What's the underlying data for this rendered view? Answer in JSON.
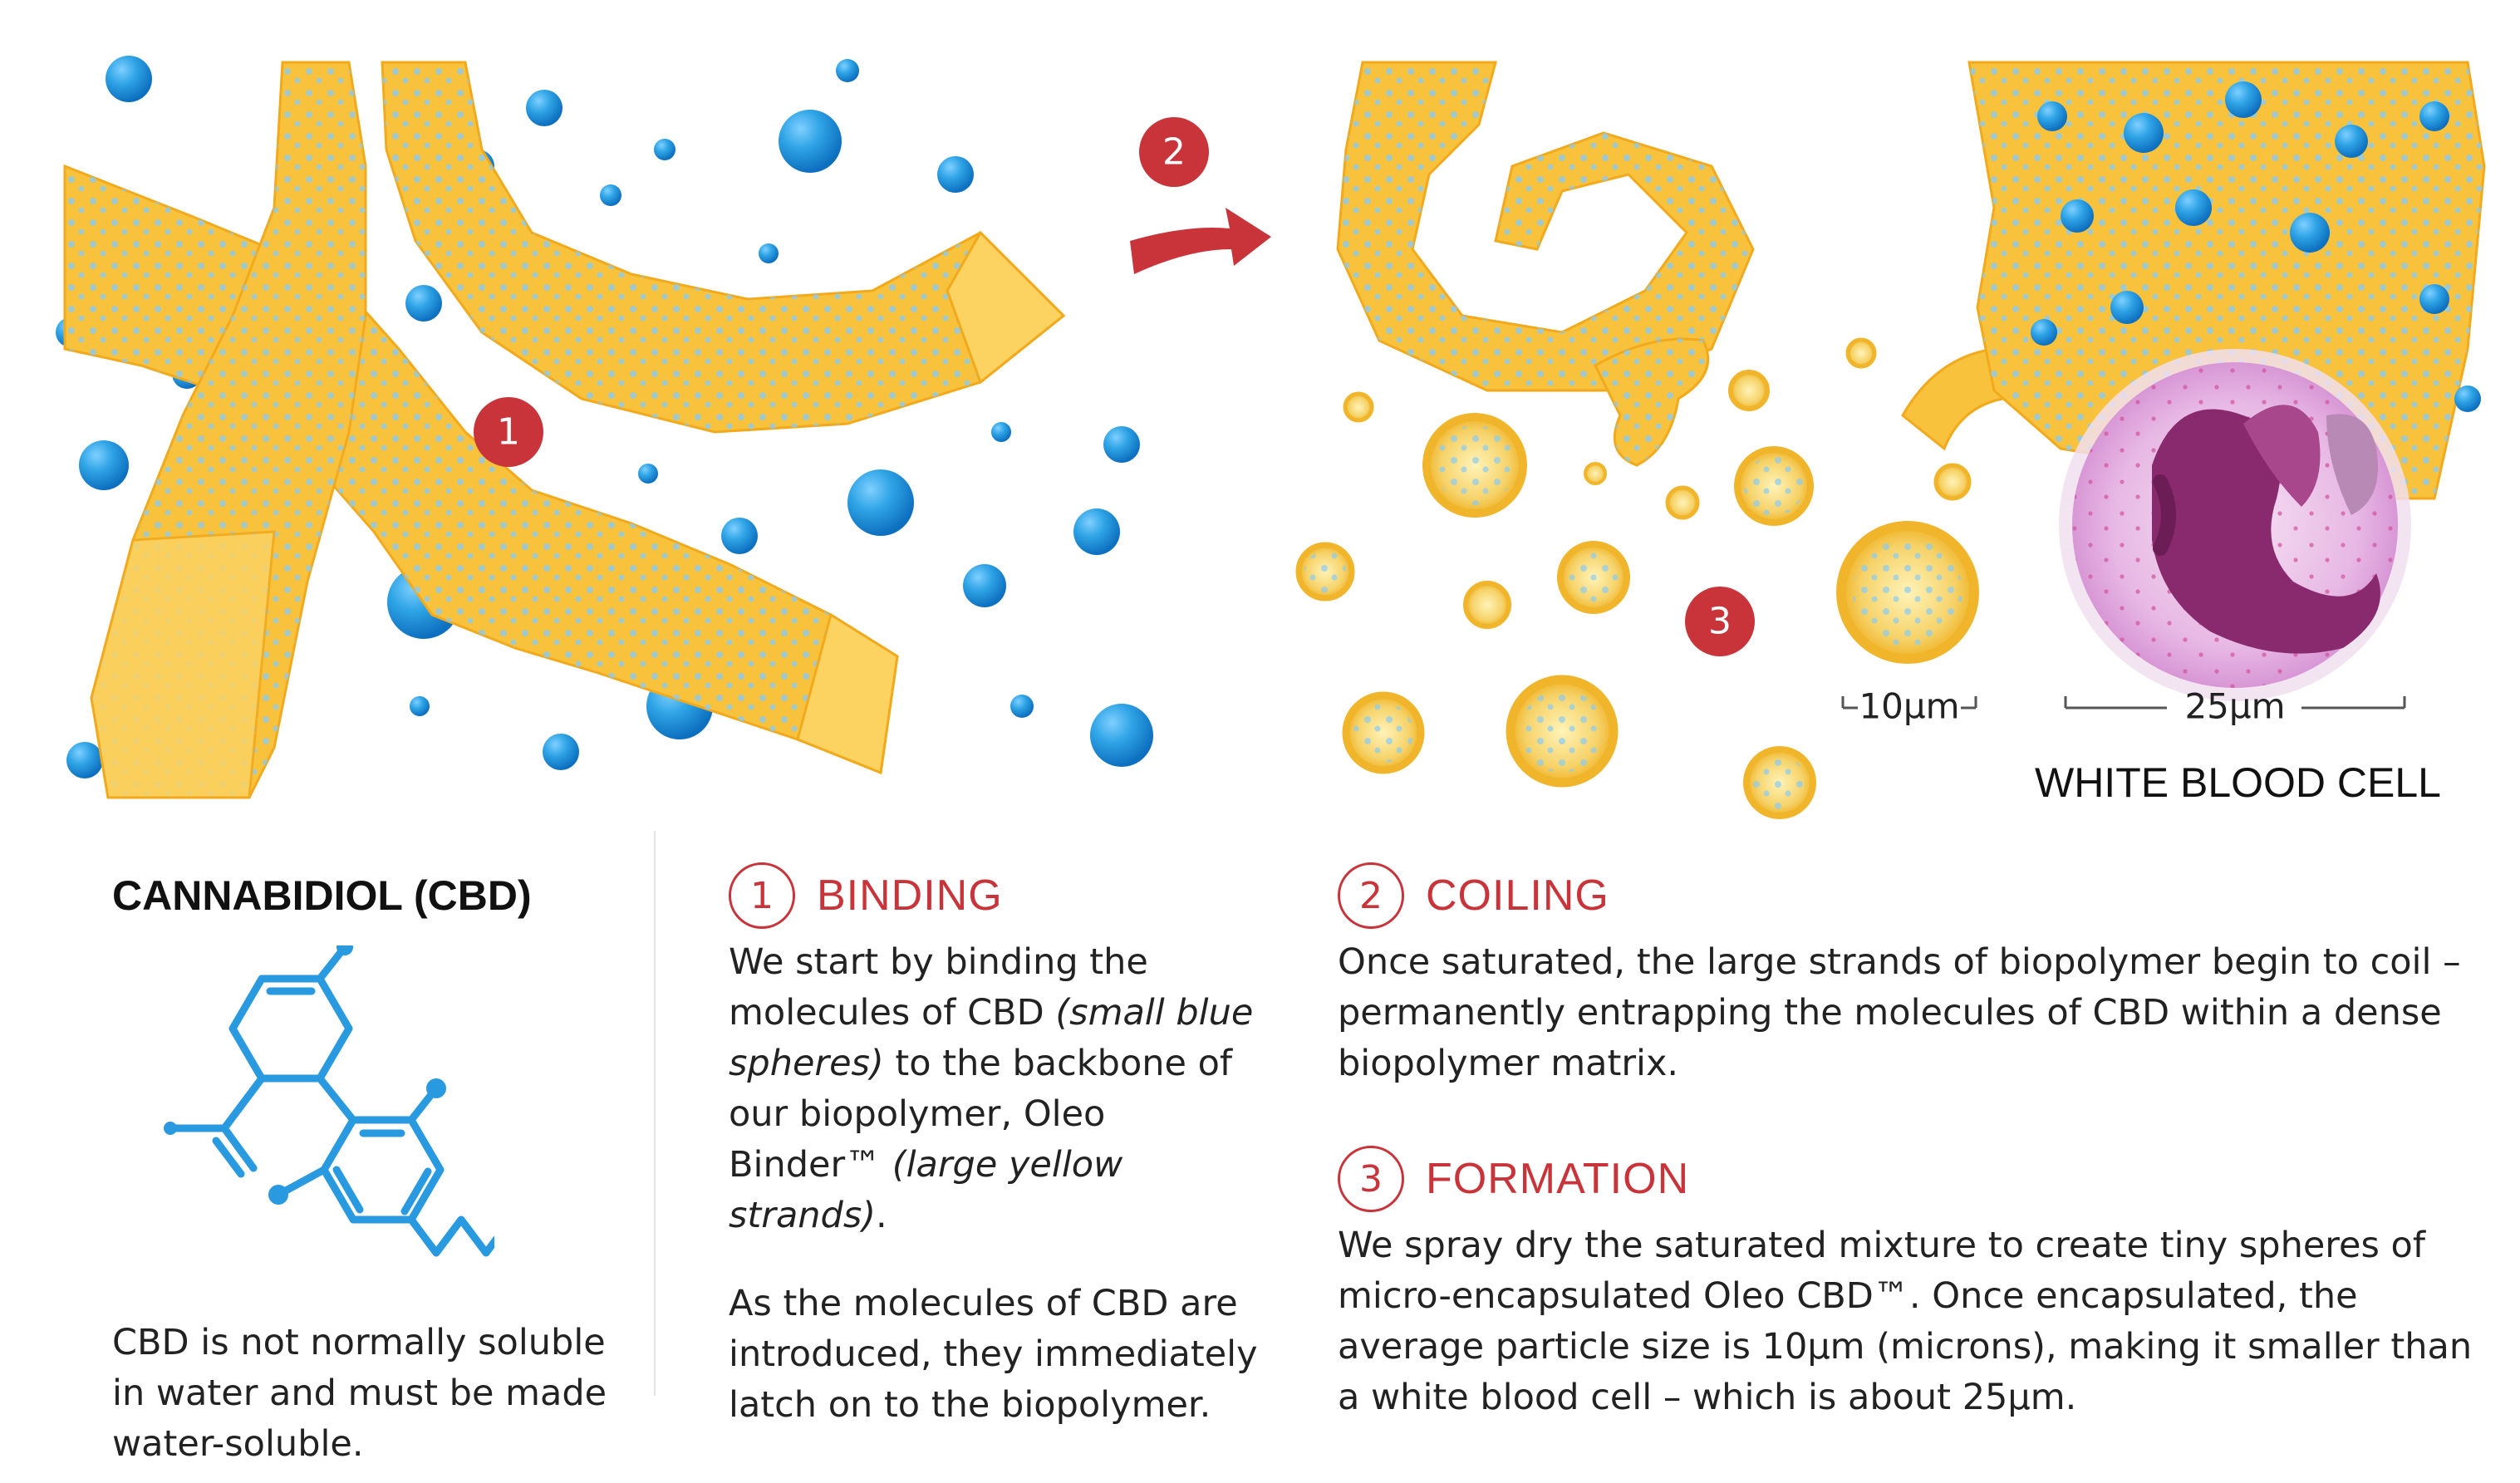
{
  "markers": {
    "one": "1",
    "two": "2",
    "three": "3"
  },
  "scale": {
    "particle": "10µm",
    "cell": "25µm",
    "cell_caption": "WHITE BLOOD CELL"
  },
  "cbd": {
    "title": "CANNABIDIOL (CBD)",
    "description": "CBD is not normally soluble in water and must be made water-soluble."
  },
  "binding": {
    "number": "1",
    "title": "BINDING",
    "p1_part1": "We start by binding the molecules of CBD ",
    "p1_italic1": "(small blue spheres)",
    "p1_part2": " to the backbone of our biopolymer, Oleo Binder™ ",
    "p1_italic2": "(large yellow strands)",
    "p1_part3": ".",
    "p2": "As the molecules of CBD are introduced, they immediately latch on to the biopolymer."
  },
  "coiling": {
    "number": "2",
    "title": "COILING",
    "text": "Once saturated, the large strands of biopolymer begin to coil – permanently entrapping the molecules of CBD within a dense biopolymer matrix."
  },
  "formation": {
    "number": "3",
    "title": "FORMATION",
    "text": "We spray dry the saturated mixture to create tiny spheres of micro-encapsulated Oleo CBD™. Once encapsulated, the average particle size is 10µm (microns), making it smaller than a white blood cell – which is about 25µm."
  },
  "colors": {
    "strand": "#f9c23c",
    "strand_dark": "#f2a91c",
    "cbd_sphere": "#2b9de0",
    "accent_red": "#c8343a",
    "cell_pink": "#e7b8e4",
    "nucleus": "#8a2a6e"
  }
}
